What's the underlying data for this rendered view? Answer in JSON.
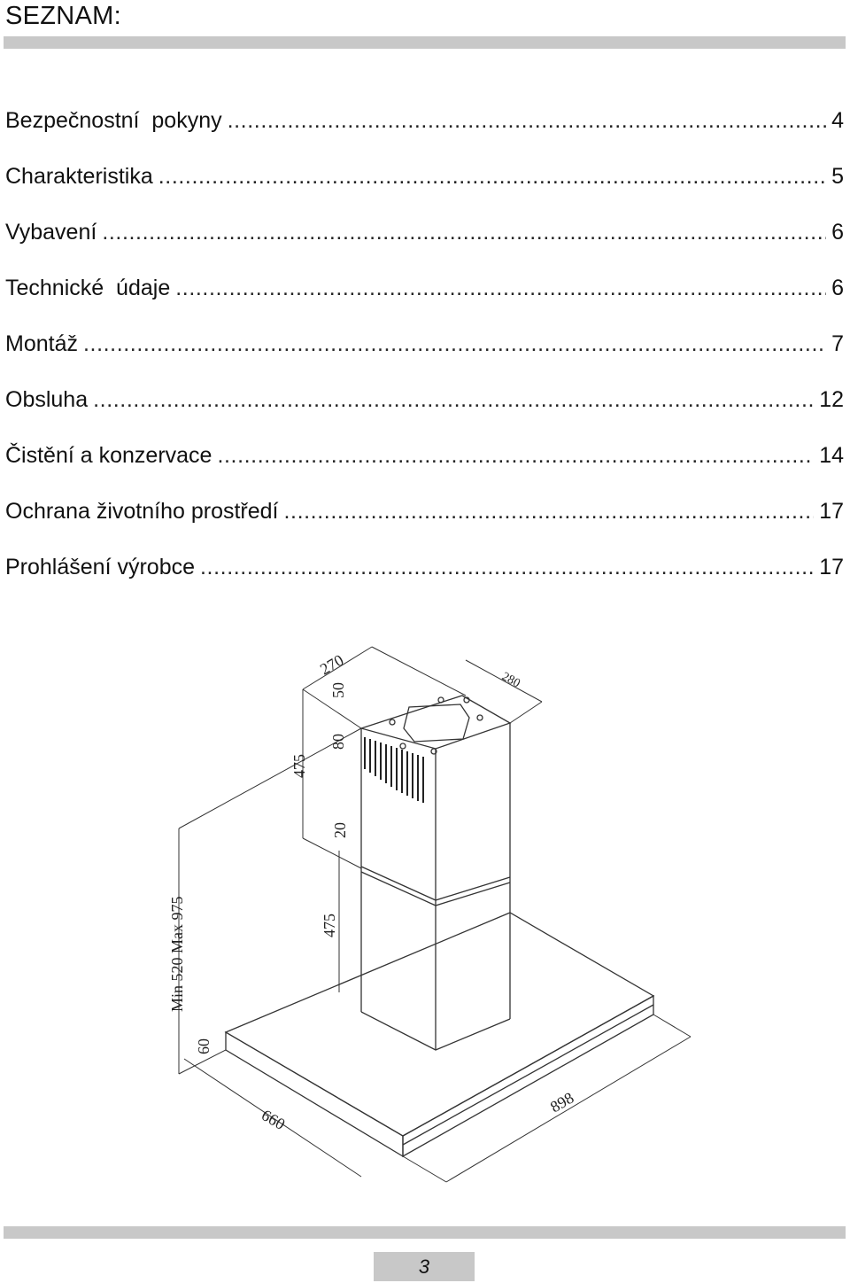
{
  "header": {
    "title": "SEZNAM:"
  },
  "toc": {
    "dots": "..........................................................................................................................................................................................",
    "items": [
      {
        "title": "Bezpečnostní  pokyny",
        "page": "4"
      },
      {
        "title": "Charakteristika",
        "page": "5"
      },
      {
        "title": "Vybavení",
        "page": "6"
      },
      {
        "title": "Technické  údaje",
        "page": "6"
      },
      {
        "title": "Montáž",
        "page": "7"
      },
      {
        "title": "Obsluha",
        "page": "12"
      },
      {
        "title": "Čistění a konzervace",
        "page": "14"
      },
      {
        "title": "Ochrana životního prostředí",
        "page": "17"
      },
      {
        "title": "Prohlášení výrobce",
        "page": "17"
      }
    ]
  },
  "drawing": {
    "dimensions": {
      "top_width": "270",
      "top_depth": "280",
      "top_cap": "50",
      "vent_height": "80",
      "upper_chimney": "475",
      "overlap": "20",
      "lower_chimney": "475",
      "total_height": "Min 520 Max 975",
      "hood_height": "60",
      "hood_depth": "660",
      "hood_width": "898"
    }
  },
  "footer": {
    "page_number": "3"
  }
}
